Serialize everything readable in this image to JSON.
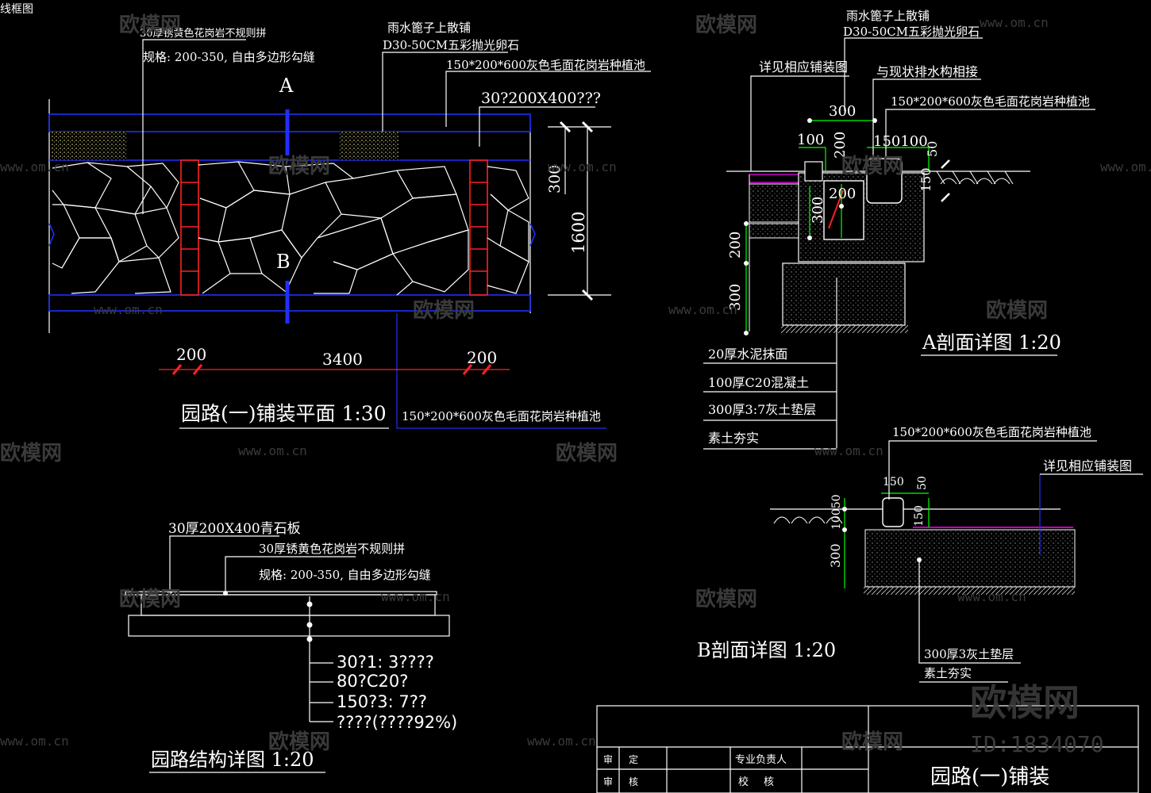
{
  "window": {
    "corner_label": "线框图"
  },
  "plan": {
    "title": "园路(一)铺装平面 1:30",
    "notes": {
      "stone_spec": "30厚锈黄色花岗岩不规则拼",
      "size_spec": "规格: 200-350, 自由多边形勾缝",
      "pebble_1": "雨水篦子上散铺",
      "pebble_2": "D30-50CM五彩抛光卵石",
      "curb": "150*200*600灰色毛面花岗岩种植池",
      "edge": "30?200X400???",
      "curb_bottom": "150*200*600灰色毛面花岗岩种植池"
    },
    "section_marks": {
      "a": "A",
      "b": "B"
    },
    "dims": {
      "left": "200",
      "mid": "3400",
      "right": "200",
      "v1": "300",
      "v2": "1600"
    }
  },
  "section_a": {
    "title": "A剖面详图 1:20",
    "notes": {
      "pebble_1": "雨水篦子上散铺",
      "pebble_2": "D30-50CM五彩抛光卵石",
      "see": "详见相应铺装图",
      "drain": "与现状排水构相接",
      "curb": "150*200*600灰色毛面花岗岩种植池"
    },
    "dims": {
      "d300": "300",
      "d100": "100",
      "d200": "200",
      "d150100": "150100",
      "d50": "50",
      "d150": "150",
      "d200b": "200",
      "d300b": "300",
      "d200v": "200",
      "d300v": "300"
    },
    "layers": [
      "20厚水泥抹面",
      "100厚C20混凝土",
      "300厚3:7灰土垫层",
      "素土夯实"
    ]
  },
  "section_b": {
    "title": "B剖面详图 1:20",
    "notes": {
      "curb": "150*200*600灰色毛面花岗岩种植池",
      "see": "详见相应铺装图"
    },
    "dims": {
      "d150": "150",
      "d50": "50",
      "d10050": "10050",
      "d150v": "150",
      "d300": "300"
    },
    "layers": [
      "300厚3灰土垫层",
      "素土夯实"
    ]
  },
  "structure": {
    "title": "园路结构详图  1:20",
    "notes": {
      "top": "30厚200X400青石板",
      "stone": "30厚锈黄色花岗岩不规则拼",
      "size": "规格: 200-350, 自由多边形勾缝"
    },
    "layers": [
      "30?1: 3????",
      "80?C20?",
      "150?3: 7??",
      "????(????92%)"
    ]
  },
  "title_block": {
    "rows": [
      [
        "审",
        "定",
        "专业负责人"
      ],
      [
        "审",
        "核",
        "校",
        "核"
      ]
    ],
    "project": "园路(一)铺装",
    "brand": "欧模网",
    "id": "ID:1834070"
  },
  "watermark": {
    "brand": "欧模网",
    "url": "www.om.cn"
  },
  "colors": {
    "blue": "#1f2fff",
    "red": "#ff2020",
    "green": "#00ff00",
    "magenta": "#ff00ff",
    "white": "#ffffff"
  }
}
